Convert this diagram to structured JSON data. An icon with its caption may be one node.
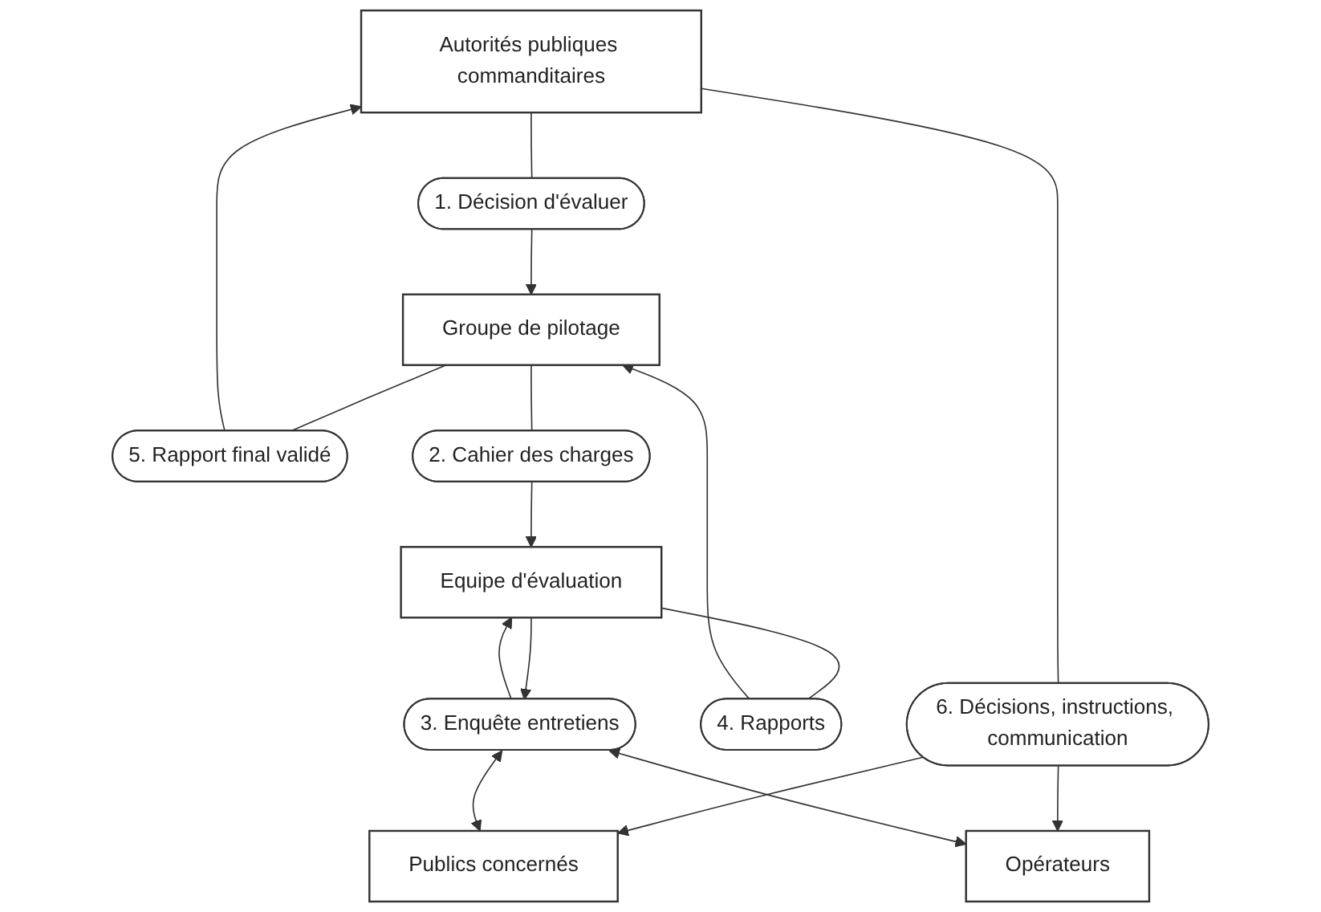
{
  "diagram": {
    "nodes": [
      {
        "text": [
          "Autorités publiques commanditaires"
        ]
      },
      {
        "text": [
          "1. Décision d'évaluer"
        ]
      },
      {
        "text": [
          "Groupe de pilotage"
        ]
      },
      {
        "text": [
          "5. Rapport final validé"
        ]
      },
      {
        "text": [
          "6. Décisions, instructions, communication"
        ]
      },
      {
        "text": [
          "4. Rapports"
        ]
      },
      {
        "text": [
          "2. Cahier des charges"
        ]
      },
      {
        "text": [
          "Publics concernés"
        ]
      },
      {
        "text": [
          "Opérateurs"
        ]
      },
      {
        "text": [
          "Equipe d'évaluation"
        ]
      },
      {
        "text": [
          "3. Enquête entretiens"
        ]
      }
    ],
    "edges": [
      {
        "from": 0,
        "to": 1,
        "arrow": "none"
      },
      {
        "from": 1,
        "to": 2,
        "arrow": "to"
      },
      {
        "from": 2,
        "to": 3,
        "arrow": "none"
      },
      {
        "from": 3,
        "to": 0,
        "arrow": "to"
      },
      {
        "from": 0,
        "to": 4,
        "arrow": "none"
      },
      {
        "from": 4,
        "to": 7,
        "arrow": "to"
      },
      {
        "from": 4,
        "to": 8,
        "arrow": "to"
      },
      {
        "from": 9,
        "to": 5,
        "arrow": "none"
      },
      {
        "from": 5,
        "to": 2,
        "arrow": "to"
      },
      {
        "from": 2,
        "to": 6,
        "arrow": "none"
      },
      {
        "from": 6,
        "to": 9,
        "arrow": "to"
      },
      {
        "from": 10,
        "to": 7,
        "arrow": "both"
      },
      {
        "from": 10,
        "to": 8,
        "arrow": "both"
      },
      {
        "from": 10,
        "to": 9,
        "arrow": "to"
      },
      {
        "from": 9,
        "to": 10,
        "arrow": "to"
      }
    ]
  }
}
